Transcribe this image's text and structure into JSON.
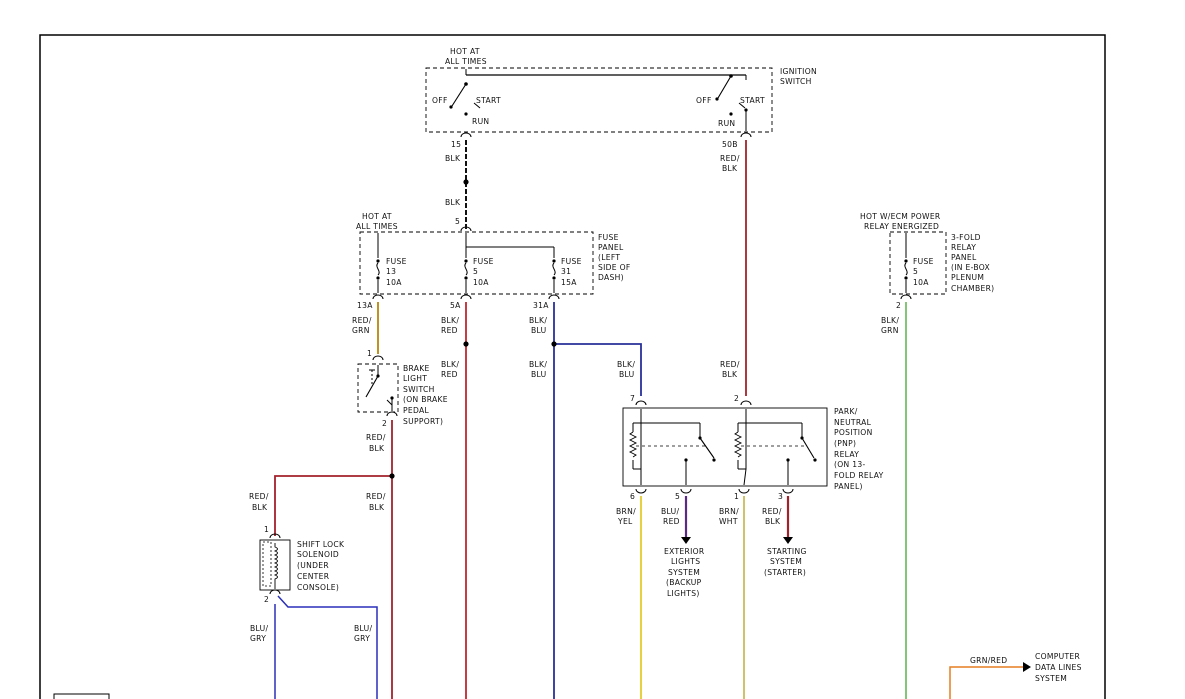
{
  "colors": {
    "line": "#000000",
    "wire_blk": "#111111",
    "wire_red_blk": "#a3212b",
    "wire_red_grn": "#b8860b",
    "wire_blk_red": "#c1272d",
    "wire_blk_blu": "#28309a",
    "wire_brn_yel": "#e0c200",
    "wire_brn_wht": "#bfae3a",
    "wire_blu_red": "#5a2a86",
    "wire_blk_grn": "#5cb34a",
    "wire_blu_gry": "#2a2fb8",
    "wire_grn_red": "#e67e22"
  },
  "ignition": {
    "hot_label": [
      "HOT AT",
      "ALL TIMES"
    ],
    "name": [
      "IGNITION",
      "SWITCH"
    ],
    "off": "OFF",
    "start": "START",
    "run": "RUN",
    "pin_left": "15",
    "pin_right": "50B"
  },
  "fuse_panel": {
    "hot_label": [
      "HOT AT",
      "ALL TIMES"
    ],
    "name": [
      "FUSE",
      "PANEL",
      "(LEFT",
      "SIDE OF",
      "DASH)"
    ],
    "top_pin": "5",
    "fuses": [
      {
        "label": "FUSE",
        "number": "13",
        "rating": "10A",
        "pin": "13A"
      },
      {
        "label": "FUSE",
        "number": "5",
        "rating": "10A",
        "pin": "5A"
      },
      {
        "label": "FUSE",
        "number": "31",
        "rating": "15A",
        "pin": "31A"
      }
    ]
  },
  "relay_panel": {
    "hot_label": [
      "HOT W/ECM POWER",
      "RELAY ENERGIZED"
    ],
    "name": [
      "3-FOLD",
      "RELAY",
      "PANEL",
      "(IN E-BOX",
      "PLENUM",
      "CHAMBER)"
    ],
    "fuse": {
      "label": "FUSE",
      "number": "5",
      "rating": "10A",
      "pin": "2"
    }
  },
  "brake_switch": {
    "name": [
      "BRAKE",
      "LIGHT",
      "SWITCH",
      "(ON BRAKE",
      "PEDAL",
      "SUPPORT)"
    ],
    "pin_top": "1",
    "pin_bottom": "2"
  },
  "shift_lock": {
    "name": [
      "SHIFT LOCK",
      "SOLENOID",
      "(UNDER",
      "CENTER",
      "CONSOLE)"
    ],
    "pin_top": "1",
    "pin_bottom": "2"
  },
  "pnp_relay": {
    "name": [
      "PARK/",
      "NEUTRAL",
      "POSITION",
      "(PNP)",
      "RELAY",
      "(ON 13-",
      "FOLD RELAY",
      "PANEL)"
    ],
    "pins": [
      "7",
      "2",
      "6",
      "5",
      "1",
      "3"
    ]
  },
  "destinations": {
    "exterior": [
      "EXTERIOR",
      "LIGHTS",
      "SYSTEM",
      "(BACKUP",
      "LIGHTS)"
    ],
    "starting": [
      "STARTING",
      "SYSTEM",
      "(STARTER)"
    ],
    "computer": [
      "COMPUTER",
      "DATA LINES",
      "SYSTEM"
    ]
  },
  "wires": {
    "blk": "BLK",
    "red_blk": [
      "RED/",
      "BLK"
    ],
    "red_grn": [
      "RED/",
      "GRN"
    ],
    "blk_red": [
      "BLK/",
      "RED"
    ],
    "blk_blu": [
      "BLK/",
      "BLU"
    ],
    "brn_yel": [
      "BRN/",
      "YEL"
    ],
    "blu_red": [
      "BLU/",
      "RED"
    ],
    "brn_wht": [
      "BRN/",
      "WHT"
    ],
    "blk_grn": [
      "BLK/",
      "GRN"
    ],
    "blu_gry": [
      "BLU/",
      "GRY"
    ],
    "grn_red": "GRN/RED"
  }
}
